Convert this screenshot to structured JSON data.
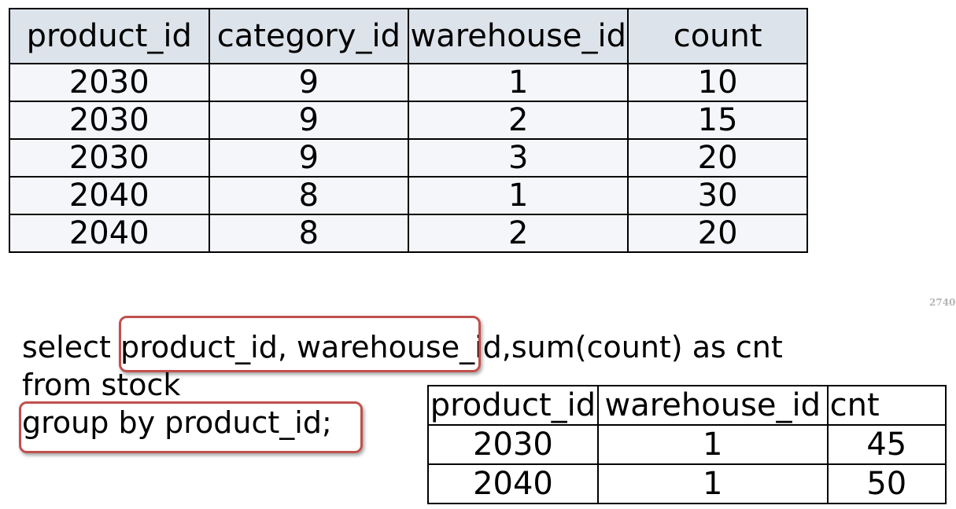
{
  "stock_table": {
    "headers": [
      "product_id",
      "category_id",
      "warehouse_id",
      "count"
    ],
    "rows": [
      [
        "2030",
        "9",
        "1",
        "10"
      ],
      [
        "2030",
        "9",
        "2",
        "15"
      ],
      [
        "2030",
        "9",
        "3",
        "20"
      ],
      [
        "2040",
        "8",
        "1",
        "30"
      ],
      [
        "2040",
        "8",
        "2",
        "20"
      ]
    ]
  },
  "watermark": "2740",
  "sql": {
    "select_keyword": "select ",
    "select_highlight": "product_id, warehouse_",
    "select_rest": "id,sum(count) as cnt",
    "from_line": "from stock",
    "group_line": "group by product_id;"
  },
  "result_table": {
    "headers": [
      "product_id",
      "warehouse_id",
      "cnt"
    ],
    "rows": [
      [
        "2030",
        "1",
        "45"
      ],
      [
        "2040",
        "1",
        "50"
      ]
    ]
  },
  "colors": {
    "header_fill": "#dde3ea",
    "row_fill": "#f4f6f9",
    "highlight_border": "#c0504d"
  }
}
